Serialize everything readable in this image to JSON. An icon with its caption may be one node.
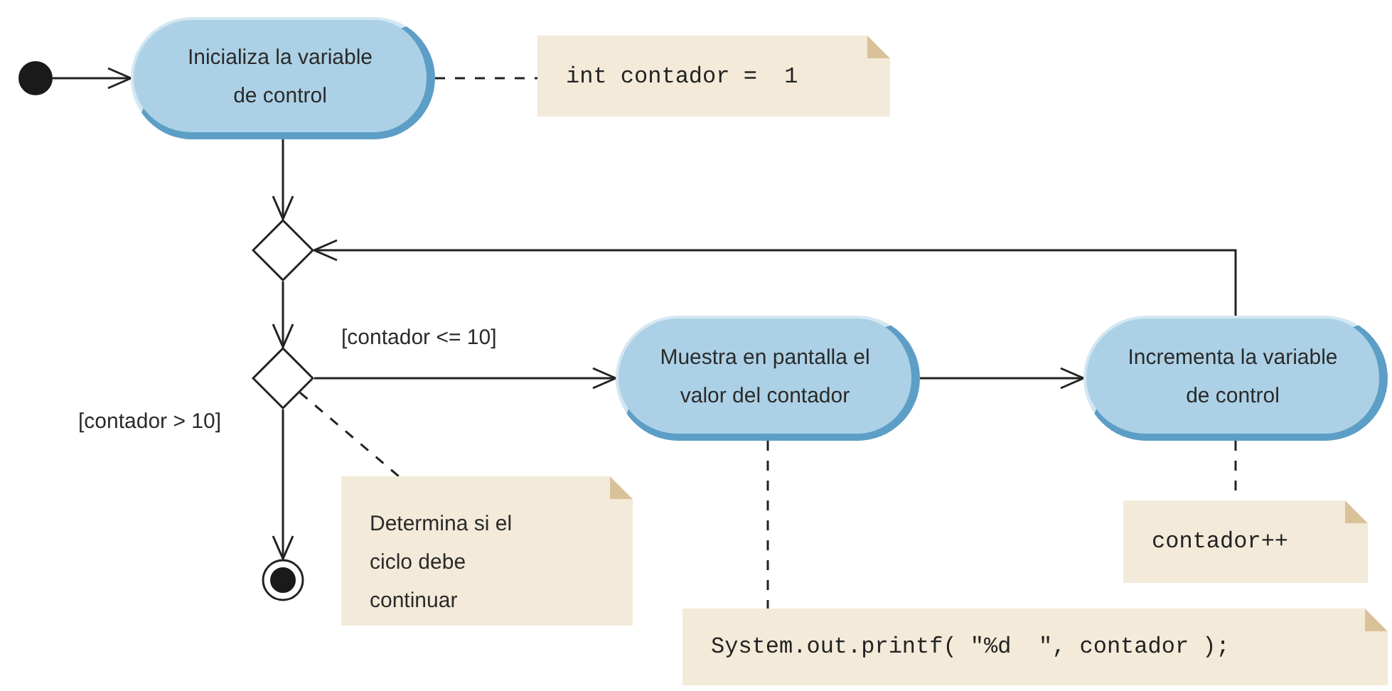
{
  "diagram": {
    "nodes": [
      {
        "text": [],
        "shape": "circle"
      },
      {
        "text": [
          "Inicializa la variable de control"
        ]
      },
      {
        "text": [
          "int contador =  1"
        ]
      },
      {
        "text": [],
        "shape": "diamond"
      },
      {
        "text": [],
        "shape": "diamond"
      },
      {
        "text": [
          "Muestra en pantalla el valor del contador"
        ]
      },
      {
        "text": [
          "Incrementa la variable de control"
        ]
      },
      {
        "text": [],
        "shape": "bullseye"
      },
      {
        "text": [
          "Determina si el ciclo debe continuar"
        ]
      },
      {
        "text": [
          "contador++"
        ]
      },
      {
        "text": [
          "System.out.printf( \"%d  \", contador );"
        ]
      }
    ],
    "edges": [
      {
        "from": 0,
        "to": 1,
        "arrow": "to"
      },
      {
        "from": 1,
        "to": 2,
        "arrow": "none",
        "style": "dashed"
      },
      {
        "from": 1,
        "to": 3,
        "arrow": "to"
      },
      {
        "from": 3,
        "to": 4,
        "arrow": "to"
      },
      {
        "from": 4,
        "to": 5,
        "arrow": "to",
        "label": "[contador <= 10]"
      },
      {
        "from": 5,
        "to": 6,
        "arrow": "to"
      },
      {
        "from": 6,
        "to": 3,
        "arrow": "to"
      },
      {
        "from": 4,
        "to": 7,
        "arrow": "to",
        "label": "[contador > 10]"
      },
      {
        "from": 4,
        "to": 8,
        "arrow": "none",
        "style": "dashed"
      },
      {
        "from": 5,
        "to": 10,
        "arrow": "none",
        "style": "dashed"
      },
      {
        "from": 6,
        "to": 9,
        "arrow": "none",
        "style": "dashed"
      }
    ]
  }
}
